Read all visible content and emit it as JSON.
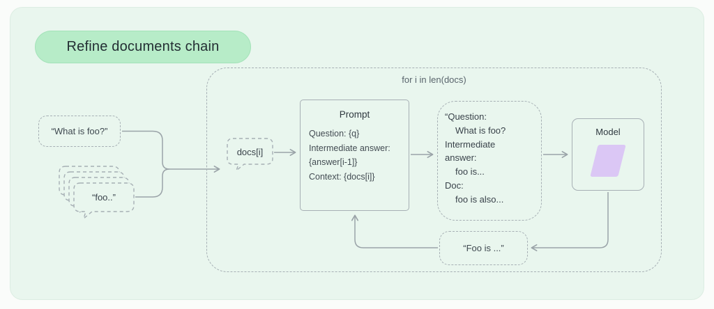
{
  "header": {
    "title": "Refine documents chain"
  },
  "inputs": {
    "question_label": "“What is foo?”",
    "docs_stack_label": "“foo..”"
  },
  "loop": {
    "label": "for i in len(docs)",
    "doc_item_label": "docs[i]",
    "prompt": {
      "title": "Prompt",
      "lines": [
        "Question: {q}",
        "Intermediate answer:",
        "{answer[i-1]}",
        "Context: {docs[i]}"
      ]
    },
    "intermediate": {
      "lines": [
        "“Question:",
        "What is foo?",
        "Intermediate",
        "answer:",
        "foo is...",
        "Doc:",
        "foo is also..."
      ]
    },
    "model": {
      "label": "Model"
    },
    "feedback": {
      "label": "“Foo is ...”"
    }
  },
  "colors": {
    "card_background": "#e9f6ee",
    "accent_green": "#b7ecc8",
    "model_icon_purple": "#dbc7f5",
    "connector_gray": "#9aa3a8",
    "dashed_border_gray": "#a6afb4"
  }
}
